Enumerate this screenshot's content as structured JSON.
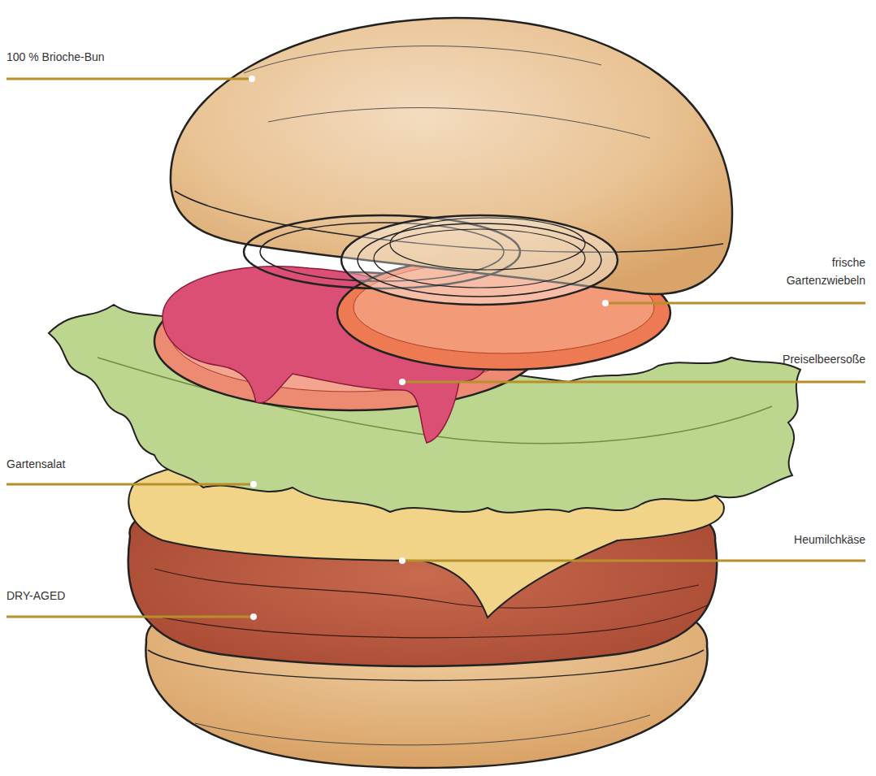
{
  "diagram": {
    "labels": [
      "100 % Brioche-Bun",
      "frische Gartenzwiebeln",
      "Preiselbeersoße",
      "Gartensalat",
      "Heumilchkäse",
      "DRY-AGED"
    ]
  }
}
